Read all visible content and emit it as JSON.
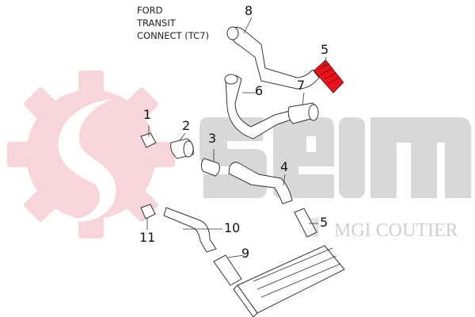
{
  "title_lines": [
    "FORD",
    "TRANSIT",
    "CONNECT (TC7)"
  ],
  "callouts": [
    "8",
    "5",
    "6",
    "7",
    "1",
    "2",
    "3",
    "4",
    "5",
    "10",
    "9",
    "11"
  ],
  "watermark": {
    "brand": "seim",
    "subbrand": "MGI COUTIER"
  },
  "colors": {
    "highlight_part": "#e8141c",
    "gear_watermark": "#f8d5da",
    "logo_grey": "#d8d8d8"
  }
}
